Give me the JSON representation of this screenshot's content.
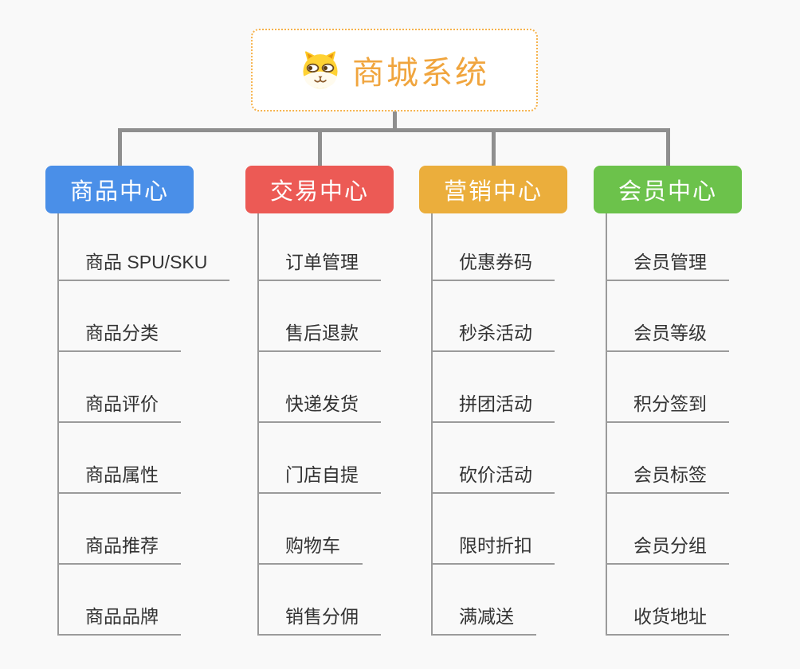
{
  "root": {
    "title": "商城系统",
    "icon": "dog-icon",
    "accent_color": "#F0A53E",
    "border_color": "#F6B24C"
  },
  "connector_color": "#8F8F8F",
  "child_line_color": "#9B9B9B",
  "background_color": "#f9f9f9",
  "branches": [
    {
      "label": "商品中心",
      "color": "#4A8FE8",
      "children": [
        "商品 SPU/SKU",
        "商品分类",
        "商品评价",
        "商品属性",
        "商品推荐",
        "商品品牌"
      ]
    },
    {
      "label": "交易中心",
      "color": "#EC5A55",
      "children": [
        "订单管理",
        "售后退款",
        "快递发货",
        "门店自提",
        "购物车",
        "销售分佣"
      ]
    },
    {
      "label": "营销中心",
      "color": "#EBAE3C",
      "children": [
        "优惠券码",
        "秒杀活动",
        "拼团活动",
        "砍价活动",
        "限时折扣",
        "满减送"
      ]
    },
    {
      "label": "会员中心",
      "color": "#6CC24B",
      "children": [
        "会员管理",
        "会员等级",
        "积分签到",
        "会员标签",
        "会员分组",
        "收货地址"
      ]
    }
  ]
}
